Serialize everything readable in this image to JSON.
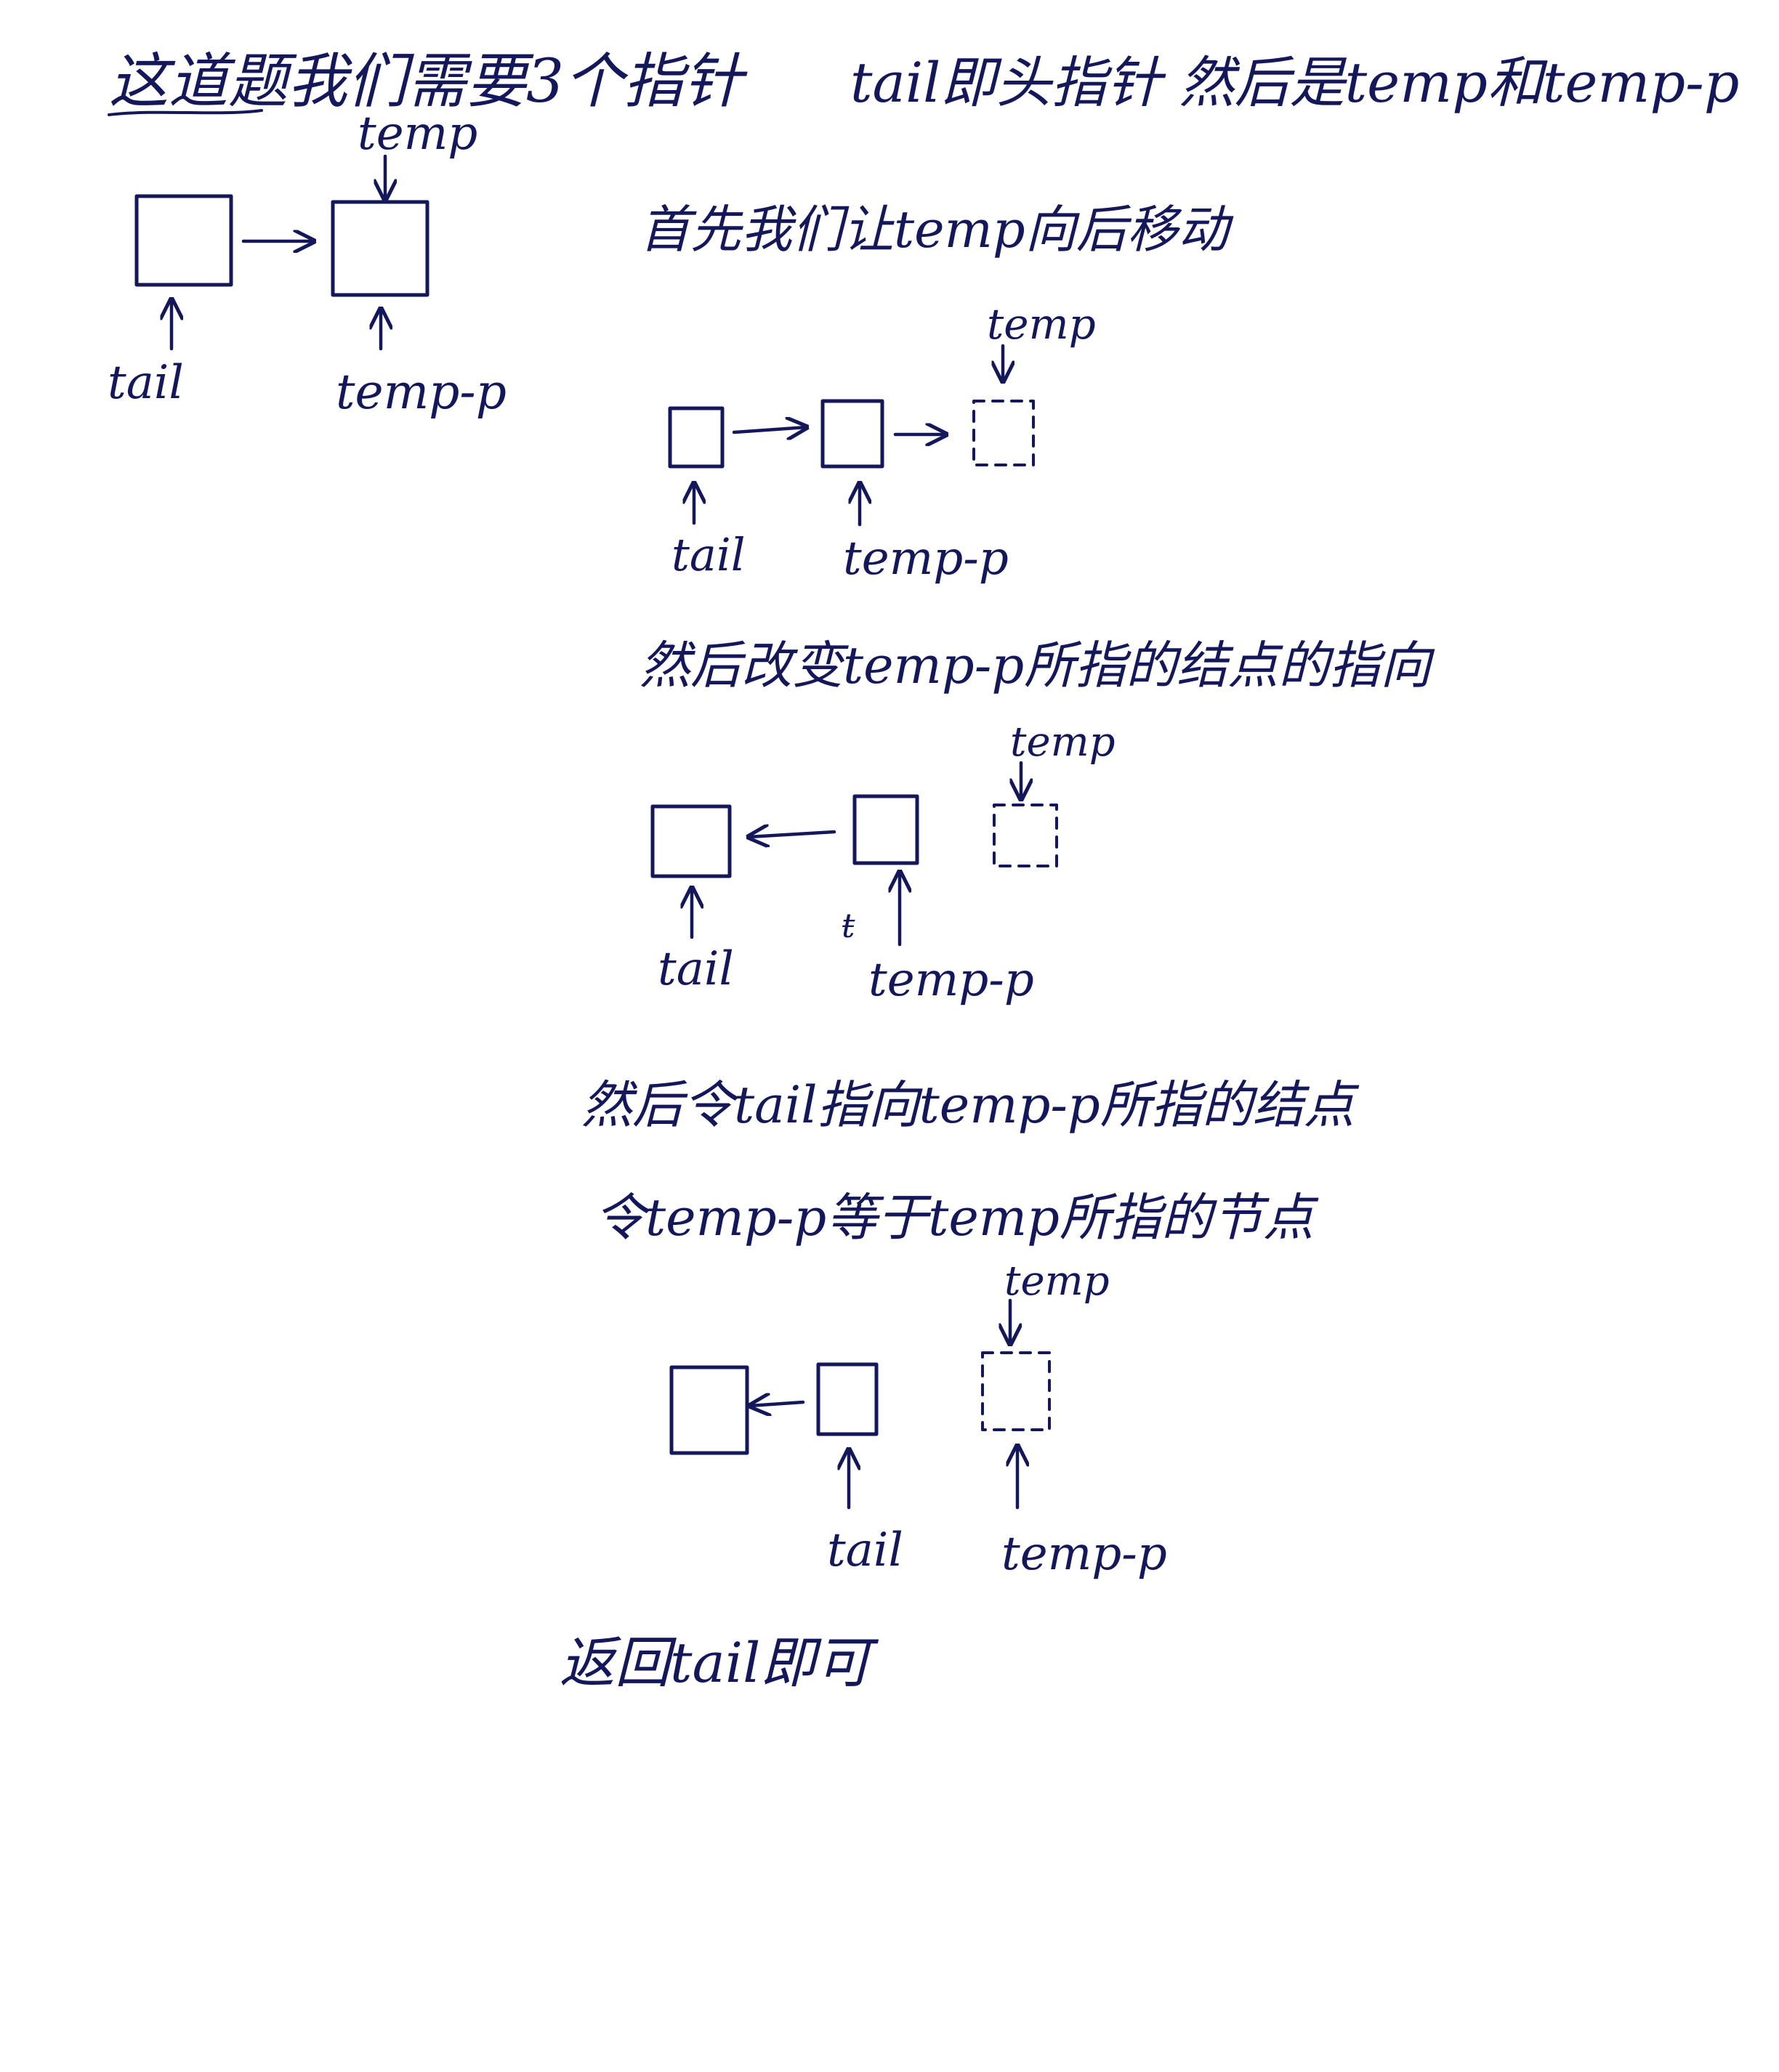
{
  "notes": {
    "line1": "这道题我们需要3个指针",
    "line1b": "tail即头指针 然后是temp和temp-p",
    "step1": "首先我们让temp向后移动",
    "step2": "然后改变temp-p所指的结点的指向",
    "step3a": "然后令tail指向temp-p所指的结点",
    "step3b": "令temp-p等于temp所指的节点",
    "final": "返回tail即可"
  },
  "labels": {
    "tail": "tail",
    "temp": "temp",
    "temp_p": "temp-p",
    "struck_mark": "ŧ"
  },
  "colors": {
    "ink": "#14185a",
    "paper": "#ffffff"
  }
}
